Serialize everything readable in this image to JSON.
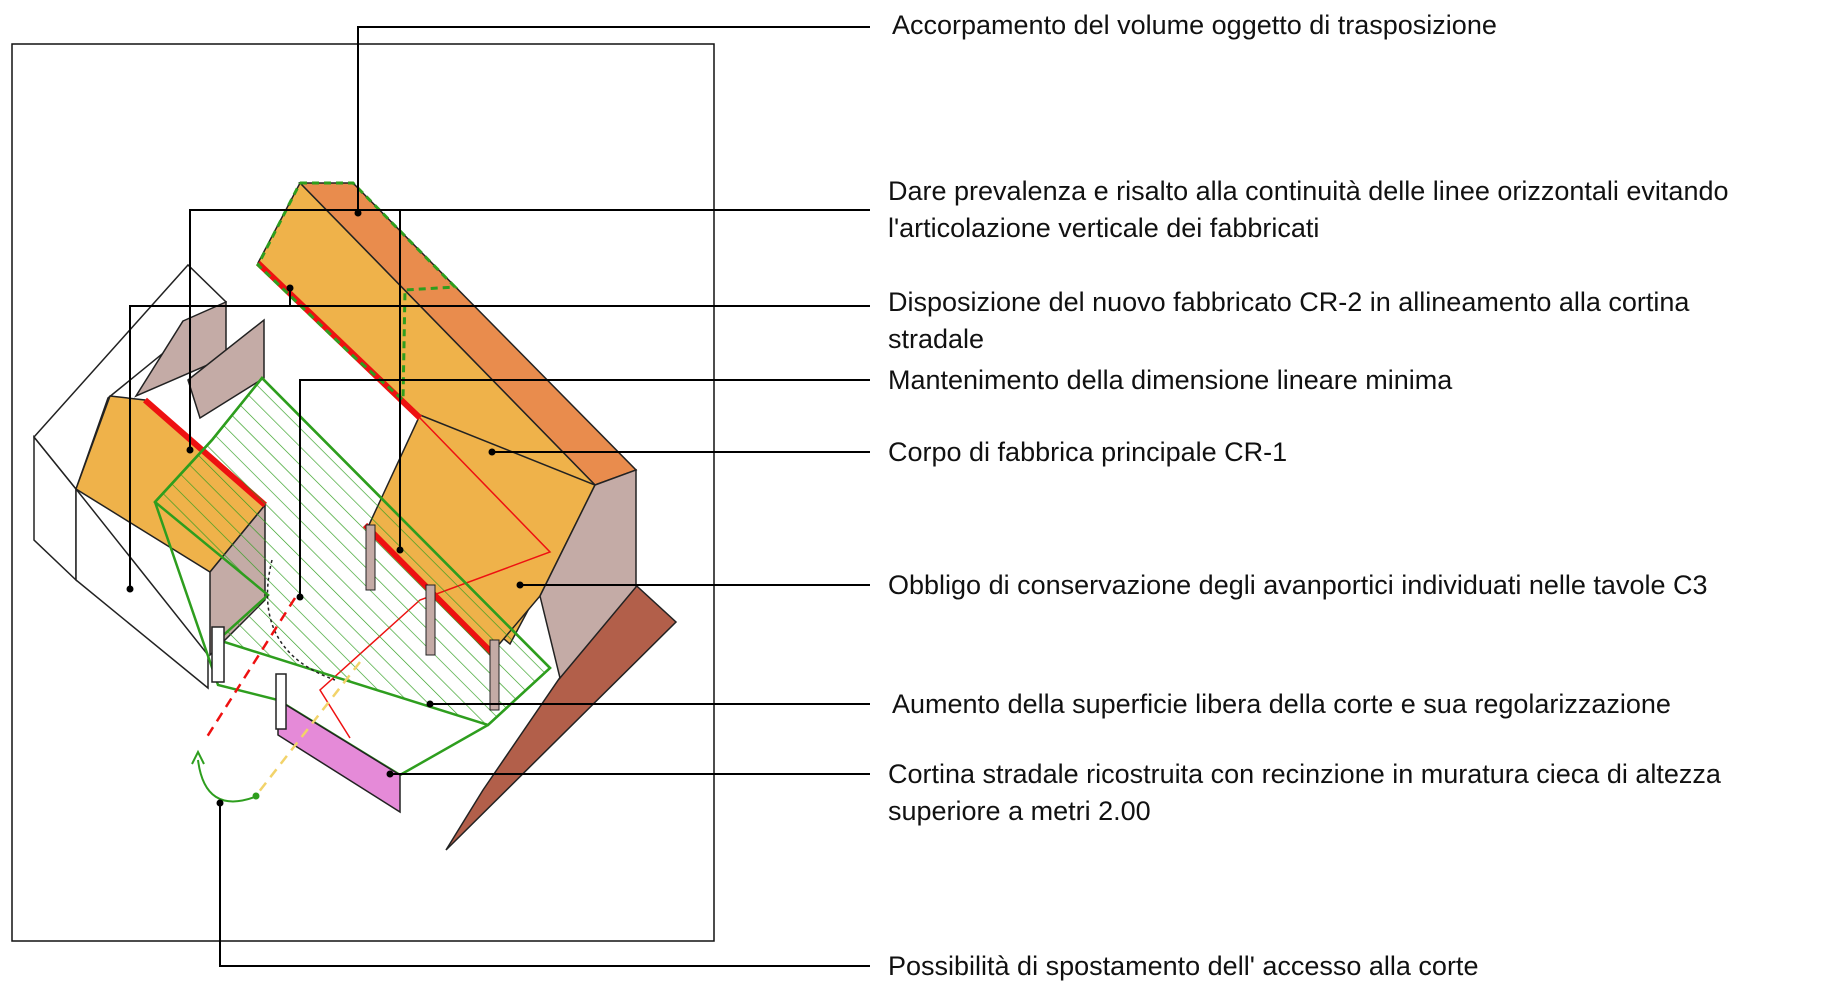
{
  "colors": {
    "roof_main": "#efb24a",
    "roof_ridge_side": "#e98c4d",
    "wall_mauve": "#c4aba6",
    "ground_brown": "#b25f4a",
    "hatch_green": "#2e9e1e",
    "red_line": "#ee1111",
    "wall_pink": "#e58ad8",
    "leader": "#000000"
  },
  "annotations": [
    {
      "id": "accorpamento",
      "lines": [
        "Accorpamento del volume oggetto di trasposizione"
      ]
    },
    {
      "id": "prevalenza",
      "lines": [
        "Dare prevalenza e risalto alla continuità delle linee orizzontali evitando",
        "l'articolazione verticale dei fabbricati"
      ]
    },
    {
      "id": "disposizione",
      "lines": [
        "Disposizione del nuovo fabbricato CR-2 in allineamento alla cortina",
        "stradale"
      ]
    },
    {
      "id": "mantenimento",
      "lines": [
        "Mantenimento della dimensione lineare minima"
      ]
    },
    {
      "id": "corpo",
      "lines": [
        "Corpo di fabbrica principale CR-1"
      ]
    },
    {
      "id": "obbligo",
      "lines": [
        "Obbligo di conservazione degli avanportici individuati  nelle tavole C3"
      ]
    },
    {
      "id": "aumento",
      "lines": [
        "Aumento della superficie libera della corte e sua regolarizzazione"
      ]
    },
    {
      "id": "cortina",
      "lines": [
        "Cortina stradale ricostruita con recinzione in muratura cieca di altezza",
        "superiore a metri 2.00"
      ]
    },
    {
      "id": "accesso",
      "lines": [
        "Possibilità di spostamento dell' accesso alla corte"
      ]
    }
  ]
}
